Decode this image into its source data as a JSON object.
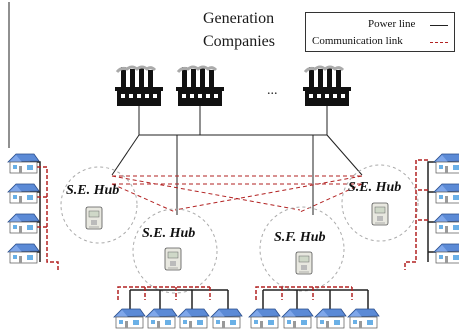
{
  "title": {
    "line1": "Generation",
    "line2": "Companies"
  },
  "legend": {
    "power_label": "Power line",
    "comm_label": "Communication link",
    "power_color": "#222222",
    "comm_color": "#b22222"
  },
  "ellipsis": "...",
  "hubs": [
    {
      "label": "S.E. Hub"
    },
    {
      "label": "S.E. Hub"
    },
    {
      "label": "S.F. Hub"
    },
    {
      "label": "S.E. Hub"
    }
  ],
  "icons": {
    "factory": "factory-icon",
    "house": "house-icon",
    "meter": "smart-meter-icon"
  }
}
